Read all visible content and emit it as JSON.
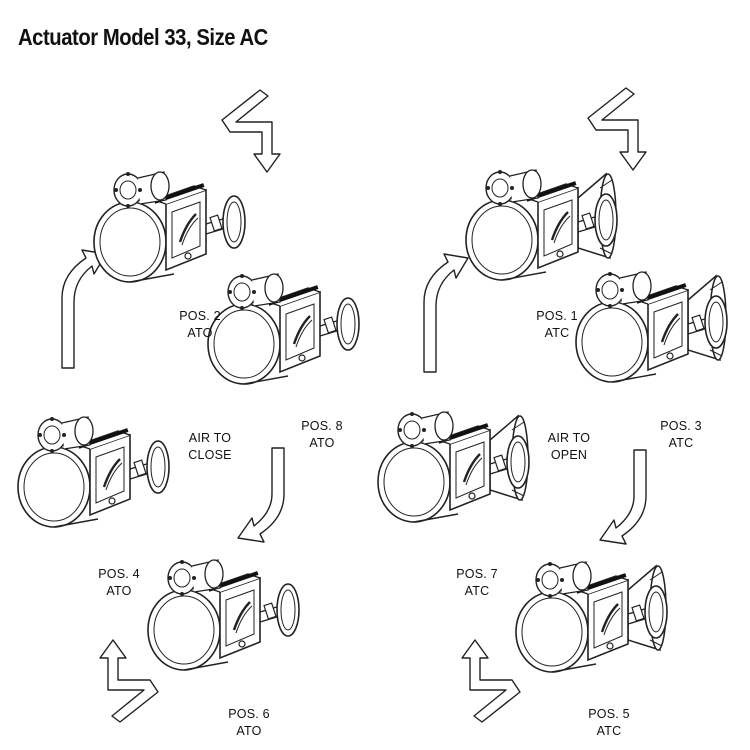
{
  "title": "Actuator Model 33, Size AC",
  "groups": [
    {
      "center_text": [
        "AIR TO",
        "CLOSE"
      ],
      "positions": [
        {
          "pos": "POS. 2",
          "mode": "ATO"
        },
        {
          "pos": "POS. 8",
          "mode": "ATO"
        },
        {
          "pos": "POS. 4",
          "mode": "ATO"
        },
        {
          "pos": "POS. 6",
          "mode": "ATO"
        }
      ]
    },
    {
      "center_text": [
        "AIR TO",
        "OPEN"
      ],
      "positions": [
        {
          "pos": "POS. 1",
          "mode": "ATC"
        },
        {
          "pos": "POS. 3",
          "mode": "ATC"
        },
        {
          "pos": "POS. 7",
          "mode": "ATC"
        },
        {
          "pos": "POS. 5",
          "mode": "ATC"
        }
      ]
    }
  ],
  "colors": {
    "ink": "#222222",
    "paper": "#ffffff"
  },
  "icons": [
    "bent-arrow-icon",
    "curved-arrow-icon",
    "actuator-valve-icon"
  ]
}
